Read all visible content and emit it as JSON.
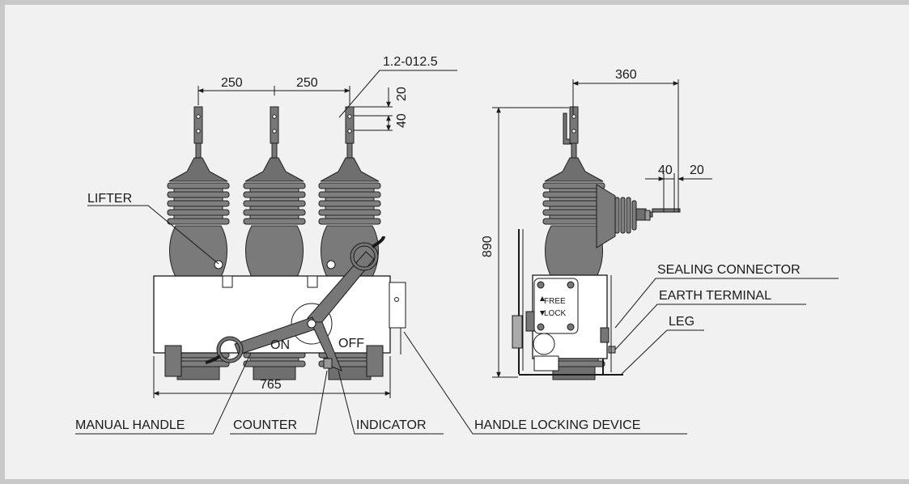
{
  "dimensions": {
    "pitch_1": "250",
    "pitch_2": "250",
    "hole": "1.2-012.5",
    "terminal_top": "20",
    "terminal_gap": "40",
    "width": "765",
    "depth": "360",
    "height": "890",
    "side_terminal_40": "40",
    "side_terminal_20": "20"
  },
  "labels": {
    "lifter": "LIFTER",
    "manual_handle": "MANUAL HANDLE",
    "counter": "COUNTER",
    "indicator": "INDICATOR",
    "handle_locking_device": "HANDLE LOCKING DEVICE",
    "sealing_connector": "SEALING CONNECTOR",
    "earth_terminal": "EARTH TERMINAL",
    "leg": "LEG",
    "on": "ON",
    "off": "OFF",
    "free": "FREE",
    "lock": "LOCK"
  },
  "colors": {
    "background": "#f1f1f1",
    "border": "#c8c8c8",
    "body": "#ffffff",
    "insulator": "#7e7e7e",
    "line": "#1a1a1a"
  }
}
